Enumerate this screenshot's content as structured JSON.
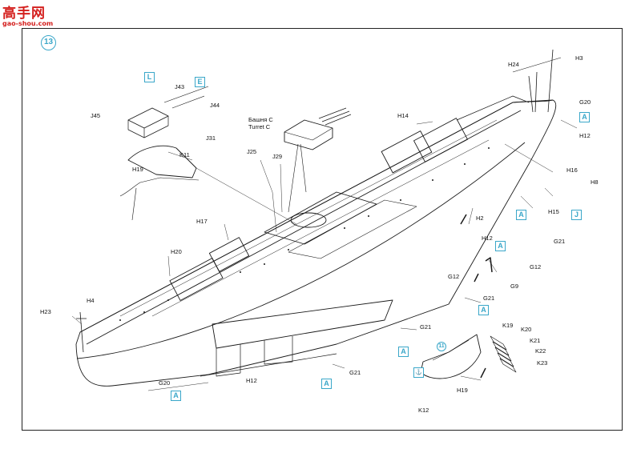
{
  "watermark": {
    "site_name": "高手网",
    "url": "gao-shou.com"
  },
  "step_number": "13",
  "turret_label": {
    "line1": "Башня C",
    "line2": "Turret C"
  },
  "part_labels": {
    "j43": "J43",
    "j44": "J44",
    "j45": "J45",
    "j31": "J31",
    "k11": "K11",
    "h19a": "H19",
    "j25": "J25",
    "j29": "J29",
    "h17": "H17",
    "h20": "H20",
    "h23": "H23",
    "h4": "H4",
    "g20a": "G20",
    "h12a": "H12",
    "h24": "H24",
    "h3": "H3",
    "g20b": "G20",
    "h12b": "H12",
    "h14": "H14",
    "h16": "H16",
    "h8": "H8",
    "h15": "H15",
    "h2": "H2",
    "h12c": "H12",
    "g21a": "G21",
    "g12a": "G12",
    "g12b": "G12",
    "g9": "G9",
    "g21b": "G21",
    "g21c": "G21",
    "g21d": "G21",
    "k19": "K19",
    "k20": "K20",
    "k21": "K21",
    "k22": "K22",
    "k23": "K23",
    "h19b": "H19",
    "k12": "K12"
  },
  "callout_boxes": {
    "l": "L",
    "e": "E",
    "a1": "A",
    "a2": "A",
    "a3": "A",
    "a4": "A",
    "a5": "A",
    "a6": "A",
    "a7": "A",
    "j": "J"
  },
  "callout_circle": "11",
  "colors": {
    "accent": "#3aa7c9",
    "watermark": "#d4201e",
    "line": "#1a1a1a"
  }
}
